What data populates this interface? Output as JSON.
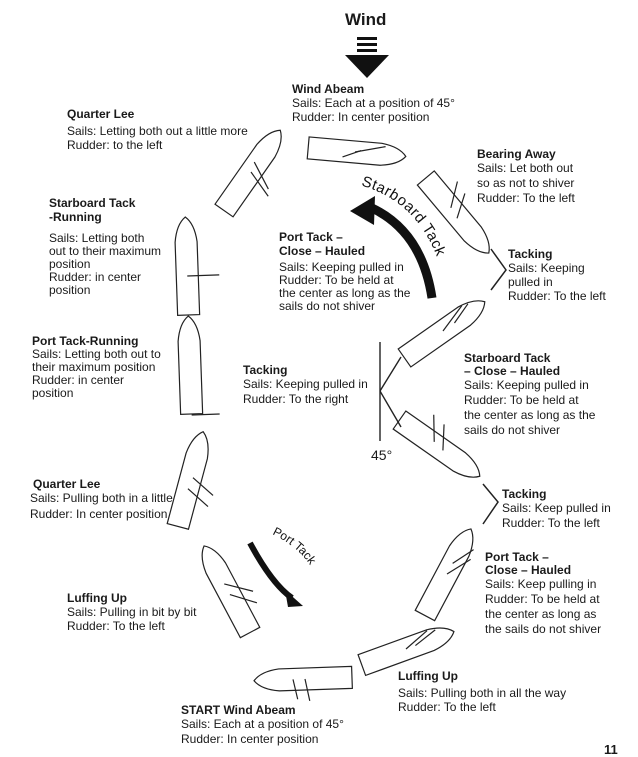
{
  "title": "Wind",
  "angle_label": "45°",
  "page_number": "11",
  "arrows": {
    "starboard": "Starboard Tack",
    "port": "Port Tack"
  },
  "labels": [
    {
      "key": "wind-abeam-top",
      "title": "Wind Abeam",
      "desc": "Sails: Each at a position of 45°\nRudder: In center position"
    },
    {
      "key": "quarter-lee-top",
      "title": "Quarter Lee",
      "desc": "Sails: Letting both out a little more\nRudder: to the left"
    },
    {
      "key": "bearing-away",
      "title": "Bearing Away",
      "desc": "Sails: Let both out\nso as not to shiver\nRudder: To the left"
    },
    {
      "key": "starboard-running",
      "title": "Starboard Tack\n-Running",
      "desc": "Sails: Letting both\nout to their maximum\nposition\nRudder: in center\nposition"
    },
    {
      "key": "port-close-hauled-top",
      "title": "Port Tack –\nClose – Hauled",
      "desc": "Sails: Keeping pulled in\nRudder: To be held at\nthe center as long as the\nsails do not shiver"
    },
    {
      "key": "tacking-right-top",
      "title": "Tacking",
      "desc": "Sails: Keeping\npulled in\nRudder: To the left"
    },
    {
      "key": "port-running",
      "title": "Port Tack-Running",
      "desc": "Sails: Letting both out to\ntheir maximum position\nRudder: in center\nposition"
    },
    {
      "key": "starboard-close-hauled",
      "title": "Starboard Tack\n– Close – Hauled",
      "desc": "Sails: Keeping pulled in\nRudder: To be held at\nthe center as long as the\nsails do not shiver"
    },
    {
      "key": "tacking-center",
      "title": "Tacking",
      "desc": "Sails: Keeping pulled in\nRudder: To the right"
    },
    {
      "key": "tacking-right-mid",
      "title": "Tacking",
      "desc": "Sails: Keep pulled in\nRudder: To the left"
    },
    {
      "key": "quarter-lee-bottom",
      "title": "Quarter Lee",
      "desc": "Sails: Pulling both in a little\nRudder: In center position"
    },
    {
      "key": "port-close-hauled-bottom",
      "title": "Port Tack –\nClose – Hauled",
      "desc": "Sails: Keep pulling in\nRudder: To be held at\nthe center as long as\nthe sails do not shiver"
    },
    {
      "key": "luffing-up-left",
      "title": "Luffing Up",
      "desc": "Sails: Pulling in bit by bit\nRudder: To the left"
    },
    {
      "key": "luffing-up-right",
      "title": "Luffing Up",
      "desc": "Sails: Pulling both in all the way\nRudder: To the left"
    },
    {
      "key": "start-wind-abeam",
      "title": "START Wind Abeam",
      "desc": "Sails: Each at a position of 45°\nRudder: In center position"
    }
  ]
}
